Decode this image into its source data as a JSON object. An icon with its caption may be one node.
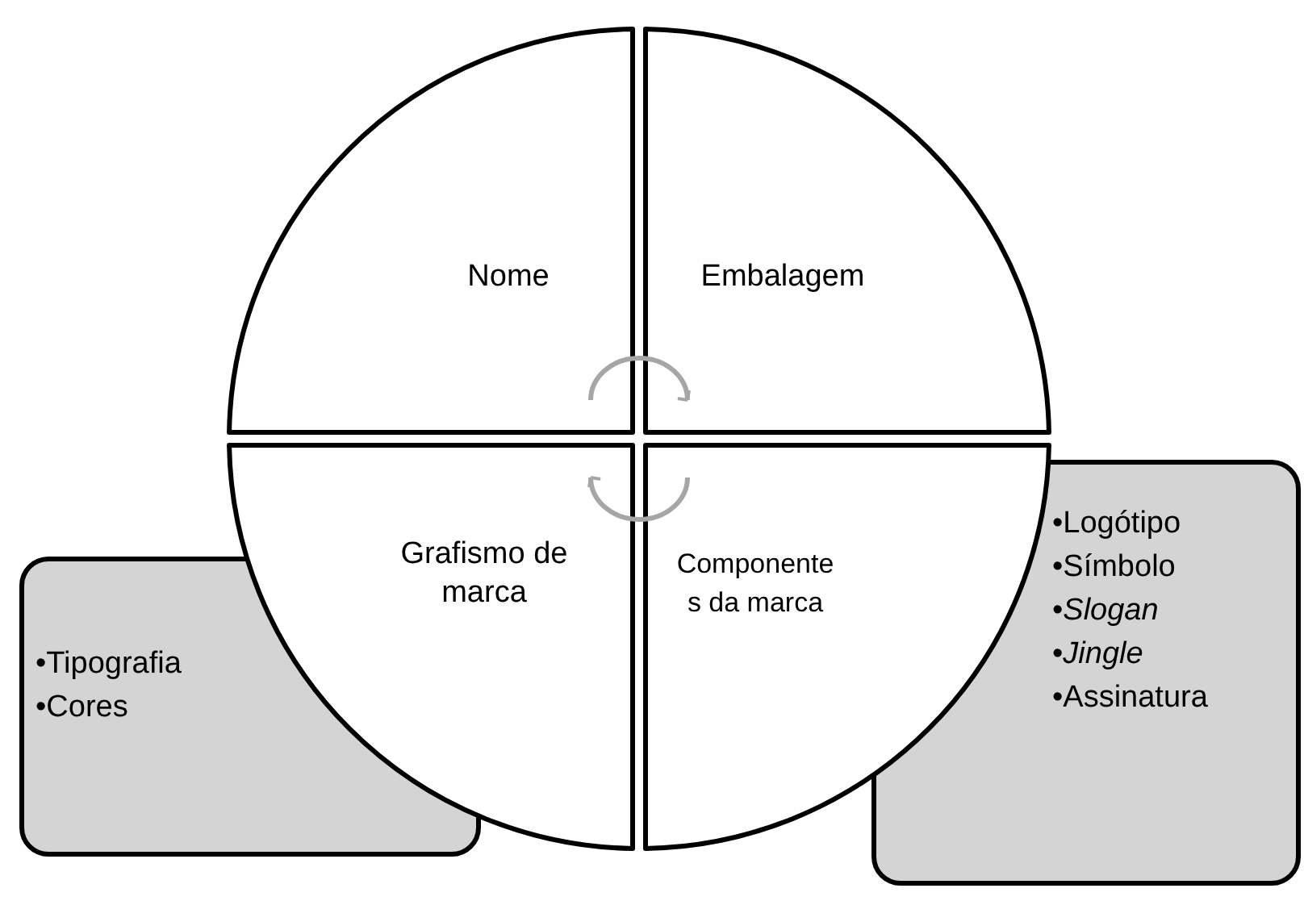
{
  "diagram": {
    "nodes": [
      {
        "text": [
          "Nome"
        ]
      },
      {
        "text": [
          "Embalagem"
        ]
      },
      {
        "text": [
          "Grafismo de marca"
        ]
      },
      {
        "text": [
          "Componentes da marca"
        ]
      },
      {
        "text": [
          "•Tipografia",
          "•Cores"
        ]
      },
      {
        "text": [
          "•Logótipo",
          "•Símbolo",
          "•*Slogan*",
          "•*Jingle*",
          "•Assinatura"
        ]
      }
    ]
  }
}
